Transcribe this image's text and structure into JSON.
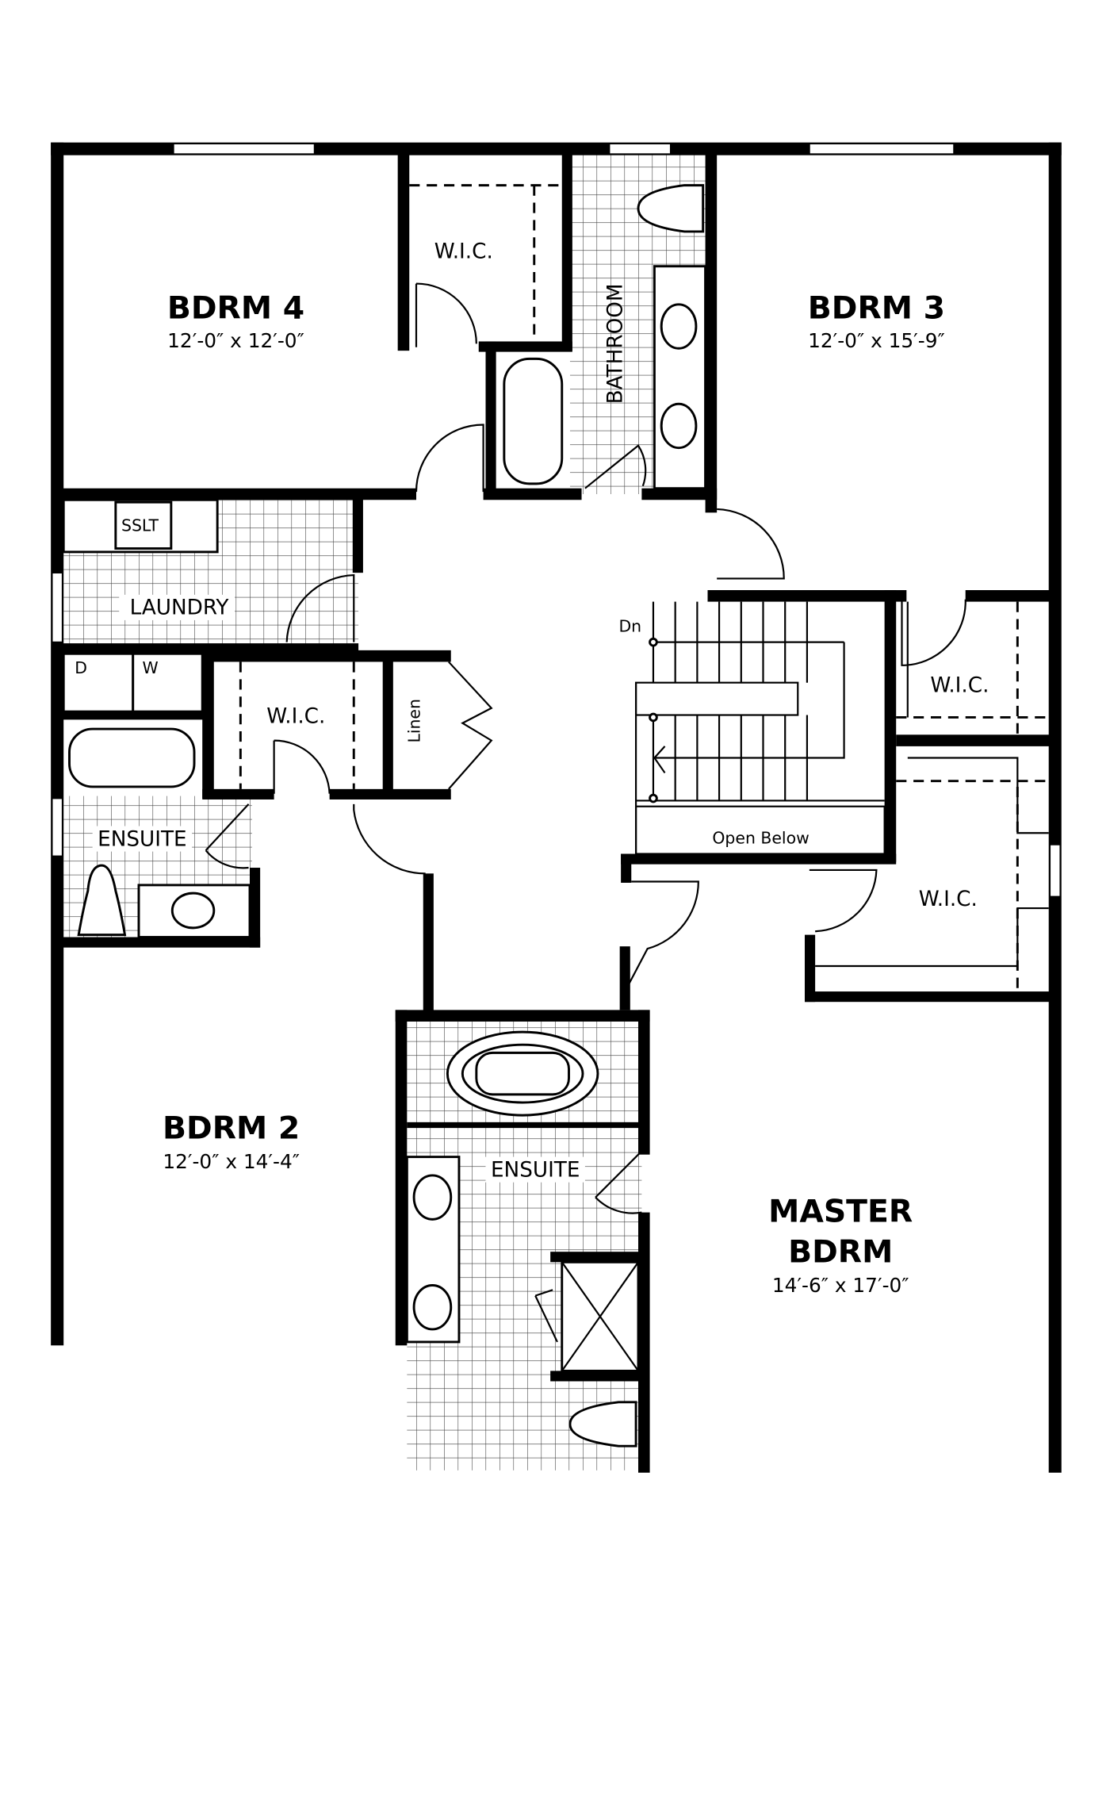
{
  "plan": {
    "rooms": {
      "bdrm4": {
        "name": "BDRM 4",
        "size": "12′-0″ x 12′-0″"
      },
      "bdrm3": {
        "name": "BDRM 3",
        "size": "12′-0″ x 15′-9″"
      },
      "bdrm2": {
        "name": "BDRM 2",
        "size": "12′-0″ x 14′-4″"
      },
      "master": {
        "name_line1": "MASTER",
        "name_line2": "BDRM",
        "size": "14′-6″ x 17′-0″"
      }
    },
    "labels": {
      "wic_bdrm4": "W.I.C.",
      "bathroom": "BATHROOM",
      "laundry": "LAUNDRY",
      "sslt": "SSLT",
      "dryer": "D",
      "washer": "W",
      "wic_center": "W.I.C.",
      "linen": "Linen",
      "ensuite_bdrm2": "ENSUITE",
      "stairs_down": "Dn",
      "open_below": "Open Below",
      "wic_bdrm3": "W.I.C.",
      "wic_master": "W.I.C.",
      "ensuite_master": "ENSUITE"
    }
  }
}
